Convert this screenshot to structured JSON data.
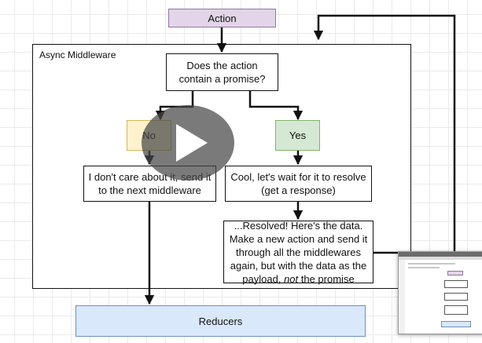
{
  "diagram": {
    "action_label": "Action",
    "container_label": "Async Middleware",
    "question_label": "Does the action contain a promise?",
    "no_label": "No",
    "yes_label": "Yes",
    "no_result_label": "I don't care about it, send it to the next middleware",
    "yes_result_label": "Cool, let's wait for it to resolve (get a response)",
    "resolved_label_before": "...Resolved!  Here's the data. Make a new action and send it through all the middlewares again, but with the data as the payload, ",
    "resolved_label_emph": "not",
    "resolved_label_after": " the promise",
    "reducers_label": "Reducers"
  },
  "colors": {
    "purple_fill": "#e1d5e7",
    "yellow_fill": "#fff2cc",
    "green_fill": "#d5e8d4",
    "blue_fill": "#dae8fc"
  },
  "overlay": {
    "play_icon": "play-icon",
    "thumbnail": "video-thumbnail-preview"
  }
}
